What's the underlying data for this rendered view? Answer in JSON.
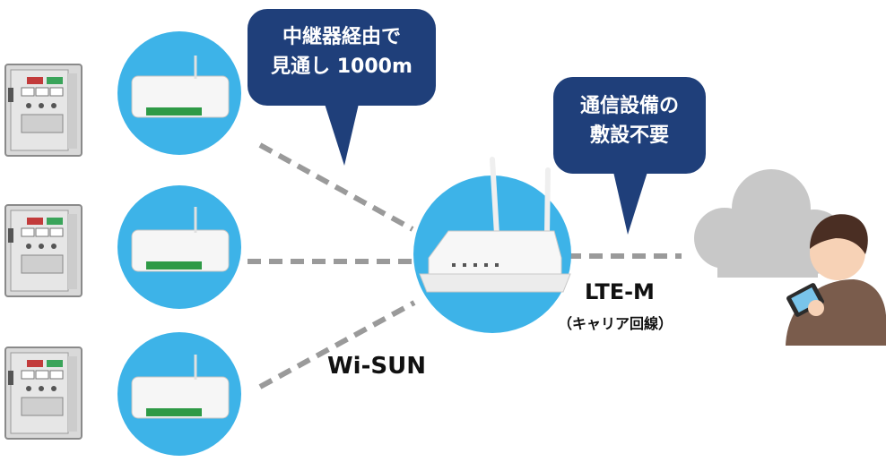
{
  "callouts": {
    "relay": {
      "line1": "中継器経由で",
      "line2": "見通し 1000m"
    },
    "no_infra": {
      "line1": "通信設備の",
      "line2": "敷設不要"
    }
  },
  "labels": {
    "wisun": "Wi-SUN",
    "ltem": "LTE-M",
    "carrier": "（キャリア回線）"
  },
  "colors": {
    "circle": "#3db3e8",
    "callout": "#1f3f7a",
    "dash": "#9a9a9a",
    "cloud": "#c8c8c8"
  }
}
